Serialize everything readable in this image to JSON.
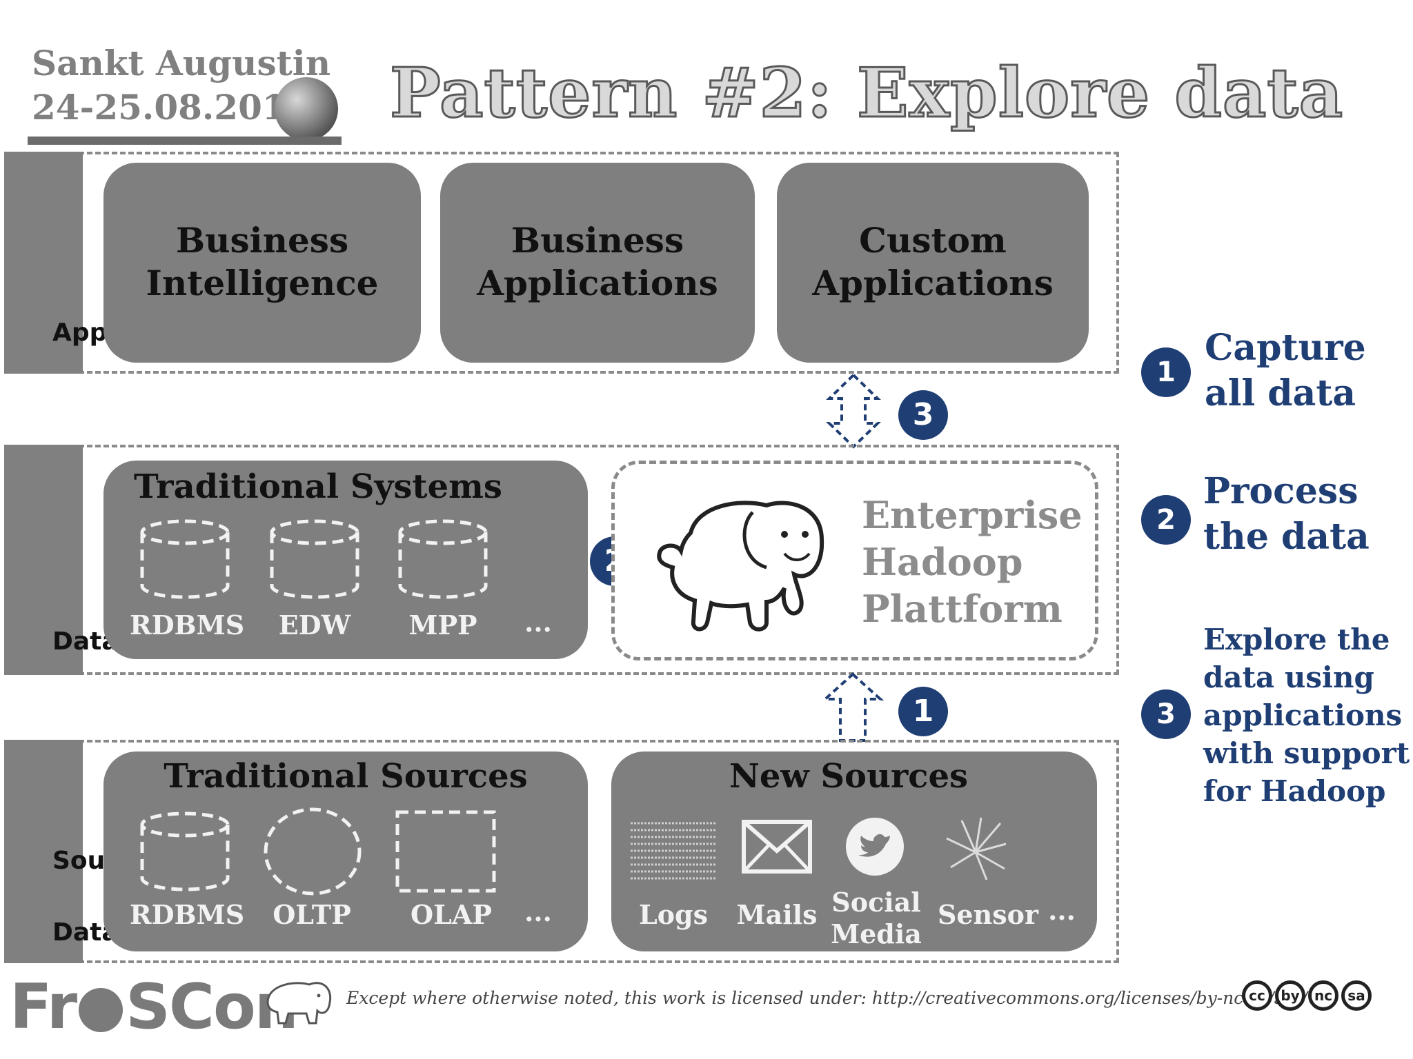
{
  "header": {
    "event_line1": "Sankt Augustin",
    "event_line2": "24-25.08.2013",
    "title": "Pattern #2: Explore data"
  },
  "layers": {
    "apps_label": "App",
    "data_label": "Data",
    "sources_label1": "Sou",
    "sources_label2": "Data"
  },
  "apps": [
    {
      "line1": "Business",
      "line2": "Intelligence"
    },
    {
      "line1": "Business",
      "line2": "Applications"
    },
    {
      "line1": "Custom",
      "line2": "Applications"
    }
  ],
  "traditional_systems": {
    "title": "Traditional Systems",
    "items": [
      "RDBMS",
      "EDW",
      "MPP",
      "..."
    ]
  },
  "hadoop": {
    "line1": "Enterprise",
    "line2": "Hadoop",
    "line3": "Plattform",
    "badge": "2"
  },
  "arrows": {
    "upper_badge": "3",
    "lower_badge": "1"
  },
  "traditional_sources": {
    "title": "Traditional Sources",
    "items": [
      "RDBMS",
      "OLTP",
      "OLAP",
      "..."
    ]
  },
  "new_sources": {
    "title": "New Sources",
    "items": [
      "Logs",
      "Mails",
      "Social",
      "Media",
      "Sensor",
      "..."
    ]
  },
  "steps": [
    {
      "num": "1",
      "line1": "Capture",
      "line2": "all data"
    },
    {
      "num": "2",
      "line1": "Process",
      "line2": "the data"
    },
    {
      "num": "3",
      "lines": [
        "Explore the",
        "data using",
        "applications",
        "with support",
        "for Hadoop"
      ]
    }
  ],
  "footer": {
    "logo_part1": "Fr",
    "logo_part2": "SCon",
    "license": "Except where otherwise noted, this work is licensed under: http://creativecommons.org/licenses/by-nc-sa/3.0/",
    "cc_icons": [
      "cc",
      "by",
      "nc",
      "sa"
    ]
  },
  "colors": {
    "accent_blue": "#1f3e74",
    "box_gray": "#7f7f7f"
  }
}
